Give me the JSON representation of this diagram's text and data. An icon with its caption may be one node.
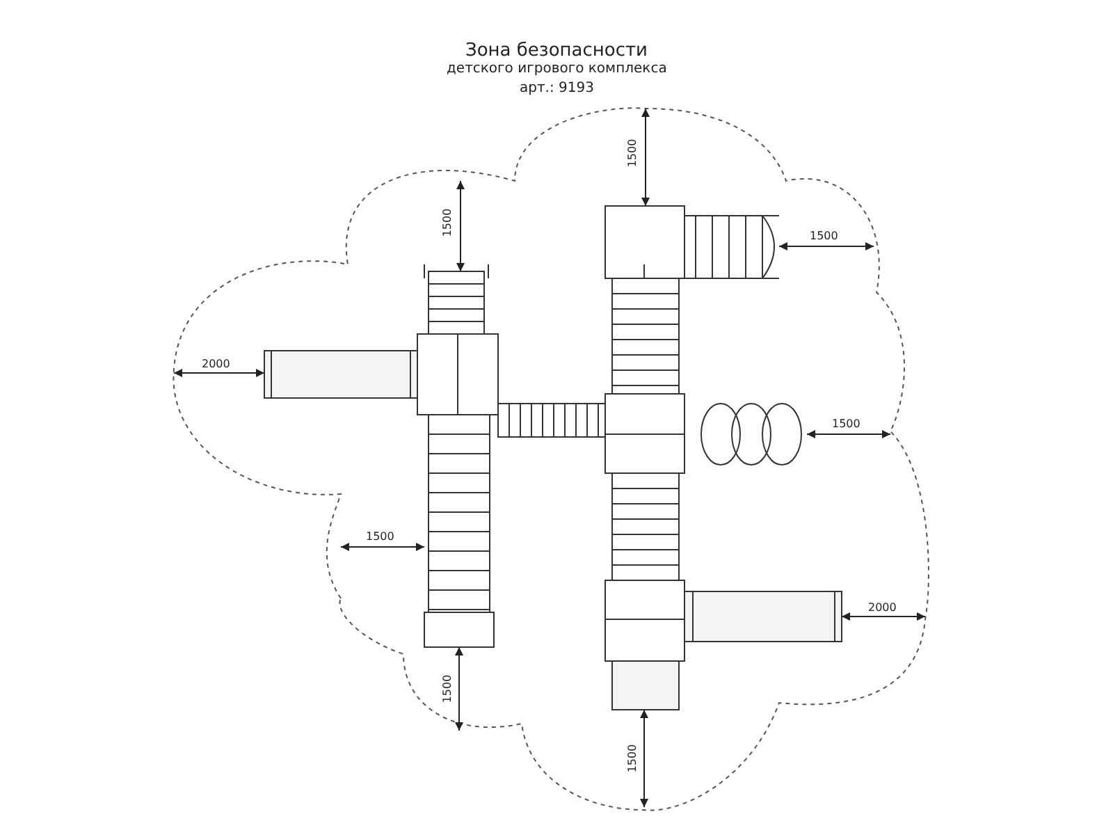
{
  "diagram": {
    "title": "Зона безопасности",
    "labels": [
      "детского игрового комплекса",
      "арт.: 9193",
      "1500",
      "1500",
      "1500",
      "2000",
      "1500",
      "1500",
      "2000",
      "1500",
      "1500"
    ]
  }
}
